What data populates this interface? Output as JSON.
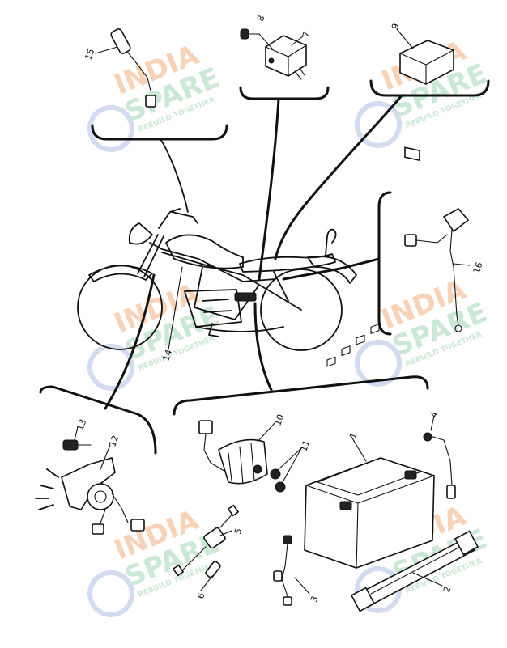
{
  "callouts": [
    "1",
    "2",
    "3",
    "4",
    "5",
    "6",
    "7",
    "8",
    "9",
    "10",
    "11",
    "12",
    "13",
    "14",
    "15",
    "16"
  ],
  "watermark": {
    "brand_top": "INDIA",
    "brand_bottom": "SPARE",
    "tagline": "REBUILD TOGETHER",
    "color_orange": "#f6c7a4",
    "color_green": "#bfe3cc",
    "color_blue": "#c9d2ee"
  }
}
